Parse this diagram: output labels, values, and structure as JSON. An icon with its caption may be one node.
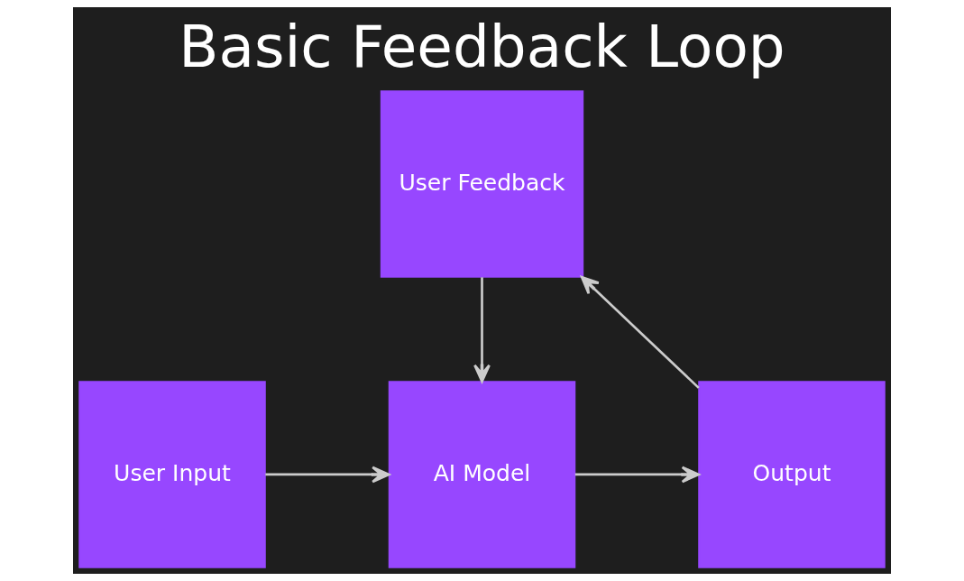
{
  "diagram": {
    "title": "Basic Feedback Loop",
    "nodes": [
      {
        "text": [
          "User Input"
        ]
      },
      {
        "text": [
          "AI Model"
        ]
      },
      {
        "text": [
          "Output"
        ]
      },
      {
        "text": [
          "User Feedback"
        ]
      }
    ],
    "edges": [
      {
        "from": 0,
        "to": 1,
        "arrow": "to"
      },
      {
        "from": 1,
        "to": 2,
        "arrow": "to"
      },
      {
        "from": 2,
        "to": 3,
        "arrow": "to"
      },
      {
        "from": 3,
        "to": 1,
        "arrow": "to"
      }
    ]
  }
}
